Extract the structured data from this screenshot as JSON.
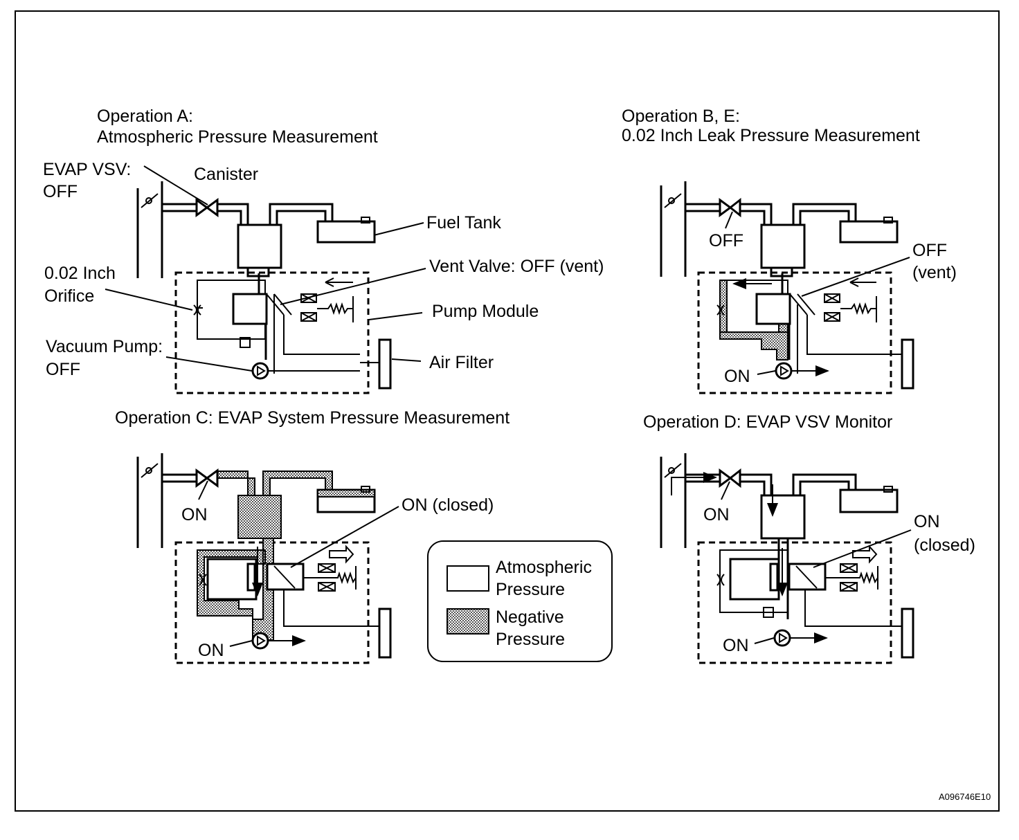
{
  "panels": {
    "a": {
      "title_line1": "Operation A:",
      "title_line2": "Atmospheric Pressure Measurement",
      "evap_vsv_line1": "EVAP VSV:",
      "evap_vsv_line2": "OFF",
      "canister": "Canister",
      "fuel_tank": "Fuel Tank",
      "orifice_line1": "0.02 Inch",
      "orifice_line2": "Orifice",
      "vent_valve": "Vent Valve: OFF (vent)",
      "pump_module": "Pump Module",
      "vacuum_pump_line1": "Vacuum Pump:",
      "vacuum_pump_line2": "OFF",
      "air_filter": "Air Filter"
    },
    "b": {
      "title_line1": "Operation B, E:",
      "title_line2": "0.02 Inch Leak Pressure Measurement",
      "vsv_state": "OFF",
      "vent_line1": "OFF",
      "vent_line2": "(vent)",
      "pump_state": "ON"
    },
    "c": {
      "title": "Operation C: EVAP System Pressure Measurement",
      "vsv_state": "ON",
      "vent_state": "ON (closed)",
      "pump_state": "ON"
    },
    "d": {
      "title": "Operation D: EVAP VSV Monitor",
      "vsv_state": "ON",
      "vent_line1": "ON",
      "vent_line2": "(closed)",
      "pump_state": "ON"
    }
  },
  "legend": {
    "atmospheric_line1": "Atmospheric",
    "atmospheric_line2": "Pressure",
    "negative_line1": "Negative",
    "negative_line2": "Pressure"
  },
  "figure_code": "A096746E10"
}
